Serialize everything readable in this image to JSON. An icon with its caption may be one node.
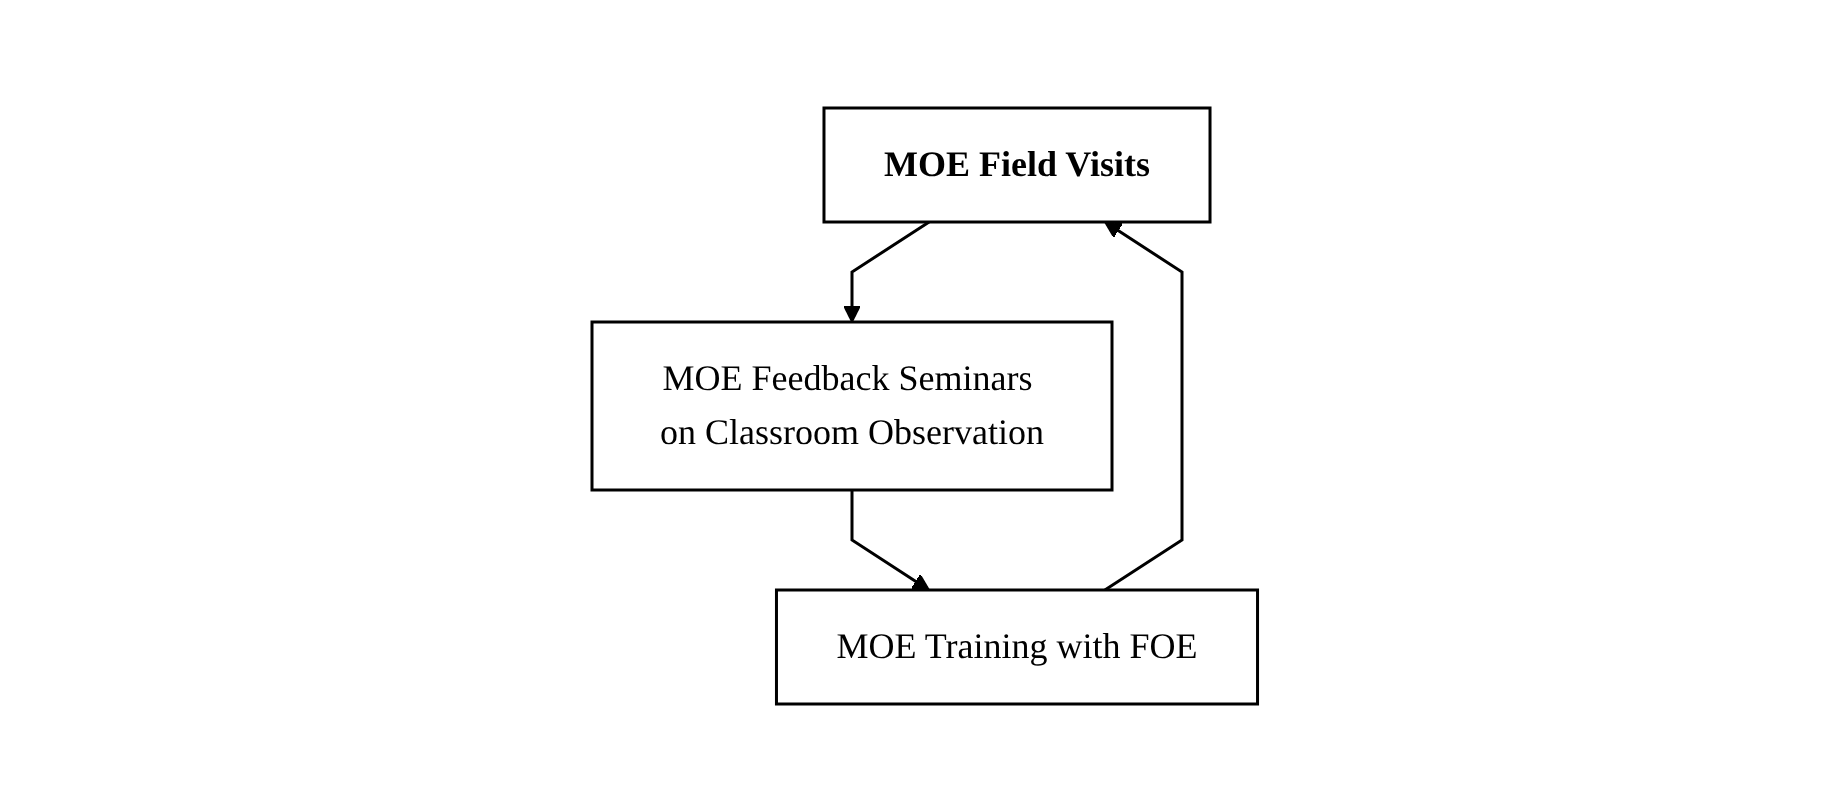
{
  "diagram": {
    "nodes": [
      {
        "text": [
          "MOE Field Visits"
        ]
      },
      {
        "text": [
          "MOE Training with FOE"
        ]
      },
      {
        "text": [
          "MOE Feedback Seminars on Classroom Observation"
        ]
      }
    ],
    "edges": [
      {
        "from": 0,
        "to": 2,
        "arrow": "to"
      },
      {
        "from": 2,
        "to": 1,
        "arrow": "to"
      },
      {
        "from": 1,
        "to": 0,
        "arrow": "to"
      }
    ]
  }
}
